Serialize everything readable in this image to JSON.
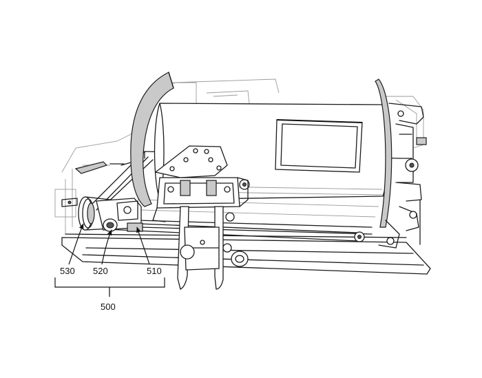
{
  "figure": {
    "labels": {
      "l530": "530",
      "l520": "520",
      "l510": "510",
      "l500": "500"
    }
  }
}
